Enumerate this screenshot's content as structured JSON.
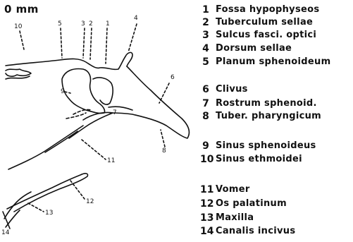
{
  "scale_label": "0 mm",
  "drawing_labels": [
    "10",
    "5",
    "3",
    "2",
    "1",
    "4",
    "6",
    "8",
    "7",
    "9",
    "11",
    "12",
    "13",
    "14"
  ],
  "legend": [
    {
      "num": "1",
      "text": "Fossa hypophyseos"
    },
    {
      "num": "2",
      "text": "Tuberculum sellae"
    },
    {
      "num": "3",
      "text": "Sulcus fasci. optici"
    },
    {
      "num": "4",
      "text": "Dorsum sellae"
    },
    {
      "num": "5",
      "text": "Planum sphenoideum"
    },
    {
      "num": "6",
      "text": "Clivus"
    },
    {
      "num": "7",
      "text": "Rostrum sphenoid."
    },
    {
      "num": "8",
      "text": "Tuber. pharyngicum"
    },
    {
      "num": "9",
      "text": "Sinus sphenoideus"
    },
    {
      "num": "10",
      "text": "Sinus ethmoidei"
    },
    {
      "num": "11",
      "text": "Vomer"
    },
    {
      "num": "12",
      "text": "Os palatinum"
    },
    {
      "num": "13",
      "text": "Maxilla"
    },
    {
      "num": "14",
      "text": "Canalis incivus"
    }
  ]
}
